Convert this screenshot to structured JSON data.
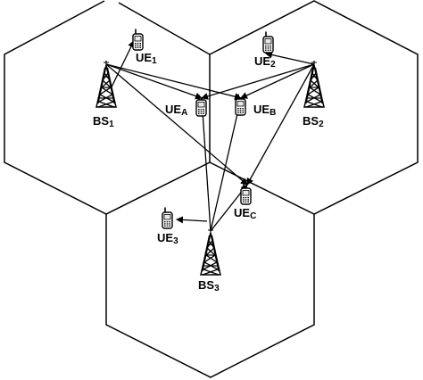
{
  "base_stations": [
    {
      "id": "bs1",
      "name": "BS",
      "sub": "1"
    },
    {
      "id": "bs2",
      "name": "BS",
      "sub": "2"
    },
    {
      "id": "bs3",
      "name": "BS",
      "sub": "3"
    }
  ],
  "user_equipment": [
    {
      "id": "ue1",
      "name": "UE",
      "sub": "1"
    },
    {
      "id": "ue2",
      "name": "UE",
      "sub": "2"
    },
    {
      "id": "ue3",
      "name": "UE",
      "sub": "3"
    },
    {
      "id": "uea",
      "name": "UE",
      "sub": "A"
    },
    {
      "id": "ueb",
      "name": "UE",
      "sub": "B"
    },
    {
      "id": "uec",
      "name": "UE",
      "sub": "C"
    }
  ],
  "links": [
    {
      "from": "bs1",
      "to": "ue1"
    },
    {
      "from": "bs1",
      "to": "uea"
    },
    {
      "from": "bs1",
      "to": "ueb"
    },
    {
      "from": "bs1",
      "to": "uec"
    },
    {
      "from": "bs2",
      "to": "ue2"
    },
    {
      "from": "bs2",
      "to": "uea"
    },
    {
      "from": "bs2",
      "to": "ueb"
    },
    {
      "from": "bs2",
      "to": "uec"
    },
    {
      "from": "bs3",
      "to": "ue3"
    },
    {
      "from": "bs3",
      "to": "uea"
    },
    {
      "from": "bs3",
      "to": "ueb"
    },
    {
      "from": "bs3",
      "to": "uec"
    }
  ],
  "colors": {
    "stroke": "#000000",
    "background": "#ffffff",
    "phone_screen": "#e8e8e8"
  },
  "icons": {
    "base_station": "cell-tower-icon",
    "user_equipment": "mobile-phone-icon"
  }
}
